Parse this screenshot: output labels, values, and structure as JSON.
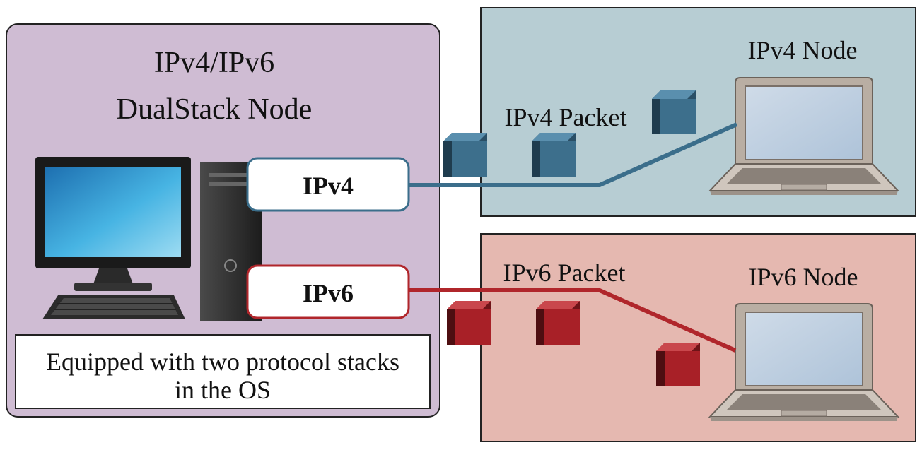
{
  "dualstack": {
    "title_line1": "IPv4/IPv6",
    "title_line2": "DualStack Node",
    "ipv4_label": "IPv4",
    "ipv6_label": "IPv6",
    "note_line1": "Equipped with two protocol stacks",
    "note_line2": "in the OS"
  },
  "ipv4_network": {
    "node_label": "IPv4 Node",
    "packet_label": "IPv4 Packet"
  },
  "ipv6_network": {
    "node_label": "IPv6 Node",
    "packet_label": "IPv6 Packet"
  },
  "colors": {
    "dualstack_bg": "#cfbcd3",
    "ipv4_bg": "#b7cdd3",
    "ipv6_bg": "#e5b8b0",
    "ipv4_link": "#3b6e8b",
    "ipv6_link": "#b0262b",
    "ipv4_cube": "#3d6f8c",
    "ipv6_cube": "#a82027"
  },
  "icons": [
    "desktop-monitor-icon",
    "keyboard-icon",
    "tower-pc-icon",
    "laptop-icon",
    "packet-cube-icon"
  ]
}
